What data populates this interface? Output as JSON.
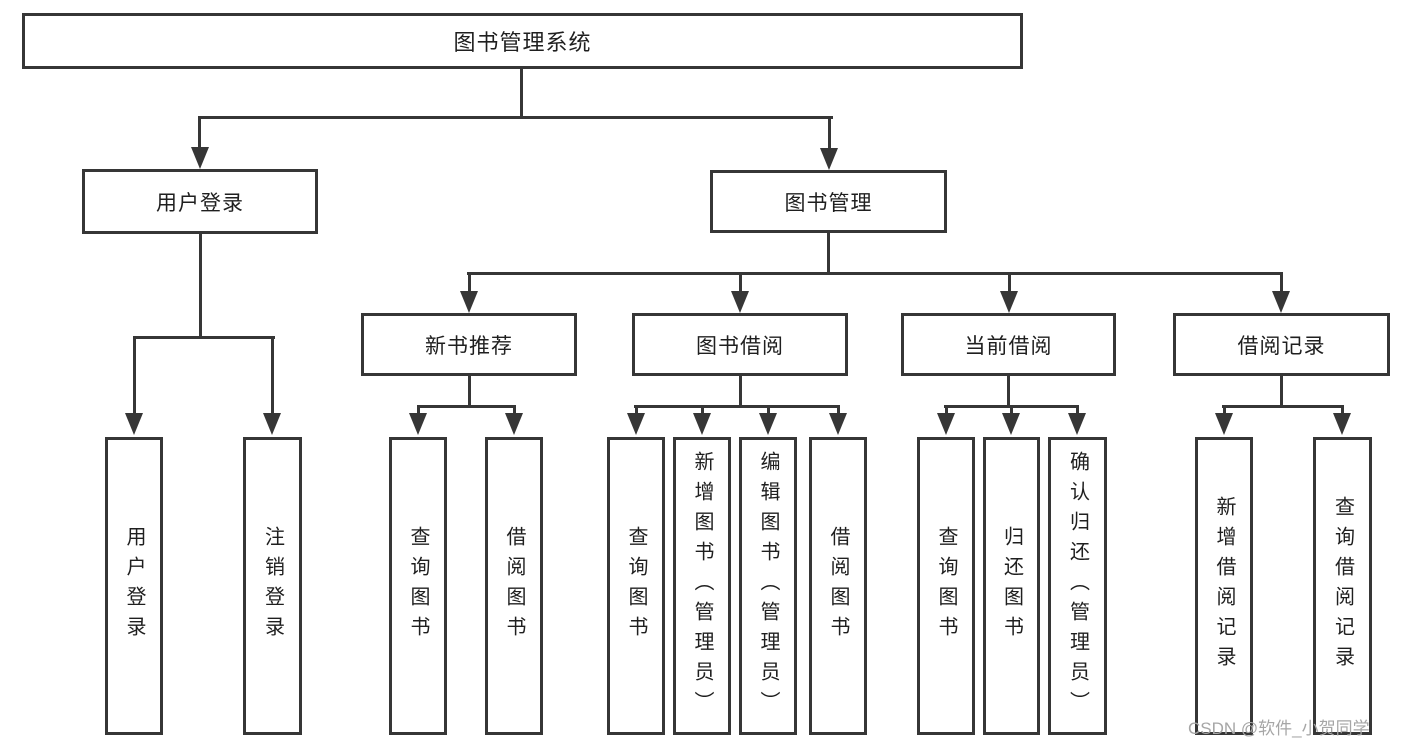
{
  "diagram": {
    "nodes": {
      "root": "图书管理系统",
      "user_login": "用户登录",
      "book_mgmt": "图书管理",
      "new_books": "新书推荐",
      "book_borrow": "图书借阅",
      "current_borrow": "当前借阅",
      "borrow_records": "借阅记录",
      "leaf_user_login": "用户登录",
      "leaf_logout": "注销登录",
      "leaf_nb_query": "查询图书",
      "leaf_nb_borrow": "借阅图书",
      "leaf_bb_query": "查询图书",
      "leaf_bb_add": "新增图书（管理员）",
      "leaf_bb_edit": "编辑图书（管理员）",
      "leaf_bb_borrow": "借阅图书",
      "leaf_cb_query": "查询图书",
      "leaf_cb_return": "归还图书",
      "leaf_cb_confirm": "确认归还（管理员）",
      "leaf_br_add": "新增借阅记录",
      "leaf_br_query": "查询借阅记录"
    },
    "watermark": "CSDN @软件_小贺同学",
    "colors": {
      "line": "#363636",
      "text": "#1f1f1f",
      "watermark": "#a6a6a6",
      "background": "#ffffff"
    }
  }
}
